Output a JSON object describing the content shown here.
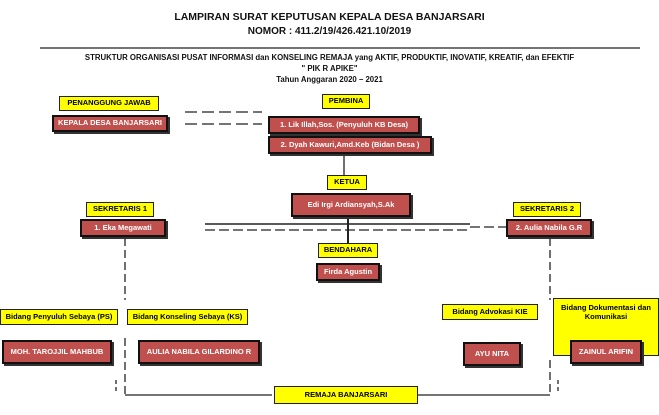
{
  "header": {
    "title_line1": "LAMPIRAN SURAT KEPUTUSAN KEPALA DESA BANJARSARI",
    "title_line2": "NOMOR : 411.2/19/426.421.10/2019",
    "subtitle_line1": "STRUKTUR ORGANISASI PUSAT INFORMASI dan KONSELING REMAJA yang AKTIF, PRODUKTIF, INOVATIF, KREATIF, dan EFEKTIF",
    "subtitle_line2": "\" PIK R APIKE\"",
    "subtitle_line3": "Tahun Anggaran 2020 – 2021"
  },
  "nodes": {
    "penanggung_jawab": {
      "label": "PENANGGUNG JAWAB",
      "member": "KEPALA DESA BANJARSARI"
    },
    "pembina": {
      "label": "PEMBINA",
      "members": [
        "1. Lik Illah,Sos. (Penyuluh KB Desa)",
        "2. Dyah Kawuri,Amd.Keb (Bidan Desa )"
      ]
    },
    "ketua": {
      "label": "KETUA",
      "member": "Edi Irgi Ardiansyah,S.Ak"
    },
    "sekretaris1": {
      "label": "SEKRETARIS 1",
      "member": "1. Eka Megawati"
    },
    "sekretaris2": {
      "label": "SEKRETARIS 2",
      "member": "2. Aulia Nabila G.R"
    },
    "bendahara": {
      "label": "BENDAHARA",
      "member": "Firda Agustin"
    },
    "bidang_ps": {
      "label": "Bidang Penyuluh Sebaya (PS)",
      "member": "MOH. TAROJJIL MAHBUB"
    },
    "bidang_ks": {
      "label": "Bidang Konseling Sebaya (KS)",
      "member": "AULIA NABILA GILARDINO R"
    },
    "bidang_kie": {
      "label": "Bidang Advokasi  KIE",
      "member": "AYU NITA"
    },
    "bidang_dok": {
      "label": "Bidang Dokumentasi dan Komunikasi",
      "member": "ZAINUL ARIFIN"
    },
    "remaja": {
      "label": "REMAJA BANJARSARI"
    }
  },
  "colors": {
    "label_box": "#ffff00",
    "member_box": "#c0504d",
    "line": "#222222"
  }
}
